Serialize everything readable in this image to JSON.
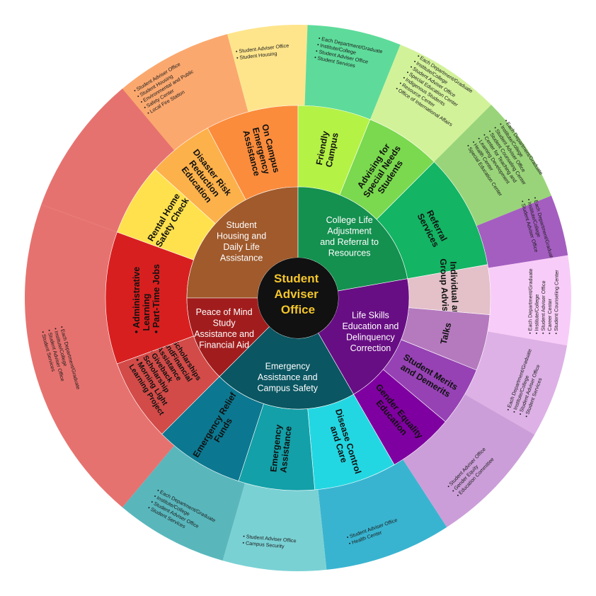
{
  "center": {
    "lines": [
      "Student",
      "Adviser",
      "Office"
    ],
    "colors": {
      "fill": "#111111",
      "text": "#F4C62B"
    }
  },
  "categories": [
    {
      "key": "housing",
      "label_lines": [
        "Student",
        "Housing and",
        "Daily Life",
        "Assistance"
      ],
      "color": "#A05A2C",
      "services": [
        {
          "key": "rental",
          "label_lines": [
            "Rental Home",
            "Safety Check"
          ],
          "color": "#FFE14D",
          "units": [],
          "units_color": "#FBA86F"
        },
        {
          "key": "disaster",
          "label_lines": [
            "Disaster Risk",
            "Reduction",
            "Education"
          ],
          "color": "#FDB14A",
          "units": [
            "Student Adviser Office",
            "Student Housing",
            "Environmental and Public",
            "Safety Center",
            "Local Fire Station"
          ],
          "units_color": "#FBA86F"
        },
        {
          "key": "oncampus",
          "label_lines": [
            "On Campus",
            "Emergency",
            "Assistance"
          ],
          "color": "#FB8C3C",
          "units": [
            "Student Adviser Office",
            "Student Housing"
          ],
          "units_color": "#FEE58C"
        }
      ]
    },
    {
      "key": "college",
      "label_lines": [
        "College Life",
        "Adjustment",
        "and Referral to",
        "Resources"
      ],
      "color": "#14904F",
      "services": [
        {
          "key": "friendly",
          "label_lines": [
            "Friendly",
            "Campus"
          ],
          "color": "#B4F246",
          "units": [
            "Each Department/Graduate",
            "Institute/College",
            "Student Adviser Office",
            "Student Services"
          ],
          "units_color": "#5EDB9A"
        },
        {
          "key": "specialneeds",
          "label_lines": [
            "Advising for",
            "Special Needs",
            "Students"
          ],
          "color": "#7AD94E",
          "units": [
            "Each Department/Graduate",
            "Institute/College",
            "Student Adviser Office",
            "Special Education Center",
            "Indigenous Students",
            "Resource Center",
            "Office of International Affairs"
          ],
          "units_color": "#D2F29A"
        },
        {
          "key": "referral",
          "label_lines": [
            "Referral",
            "Services"
          ],
          "color": "#13B463",
          "units": [
            "Each Department/Graduate",
            "Institute/College",
            "Student Adviser Office",
            "Student Counseling Center",
            "Center for Teaching and",
            "Learning Development",
            "Health Center",
            "Special Education Center"
          ],
          "units_color": "#9AD47A"
        }
      ]
    },
    {
      "key": "lifeskills",
      "label_lines": [
        "Life Skills",
        "Education and",
        "Delinquency",
        "Correction"
      ],
      "color": "#680E84",
      "services": [
        {
          "key": "individual",
          "label_lines": [
            "Individual and",
            "Group Advising"
          ],
          "color": "#E4C0C9",
          "units": [
            "Each Department/Graduate",
            "Institute/College",
            "Student Adviser Office"
          ],
          "units_color": "#A45EC0"
        },
        {
          "key": "talks",
          "label_lines": [
            "Talks"
          ],
          "color": "#B57ABE",
          "units": [
            "Each Department/Graduate",
            "Institute/College",
            "Student Adviser Office",
            "Career Center",
            "Student Counseling Center"
          ],
          "units_color": "#F8CCF8"
        },
        {
          "key": "merits",
          "label_lines": [
            "Student Merits",
            "and Demerits"
          ],
          "color": "#9642B4",
          "units": [
            "Each Department/Graduate",
            "Institute/College",
            "Student Adviser Office",
            "Student Services"
          ],
          "units_color": "#DDB1E6"
        },
        {
          "key": "gender",
          "label_lines": [
            "Gender Equality",
            "Education"
          ],
          "color": "#7F00A0",
          "units": [
            "Student Adviser Office",
            "Gender Equity",
            "Education Committee"
          ],
          "units_color": "#CC9ED9"
        }
      ]
    },
    {
      "key": "emergency",
      "label_lines": [
        "Emergency",
        "Assistance and",
        "Campus Safety"
      ],
      "color": "#0A5662",
      "services": [
        {
          "key": "disease",
          "label_lines": [
            "Disease Control",
            "and Care"
          ],
          "color": "#23D7E2",
          "units": [
            "Student Adviser Office",
            "Health Center"
          ],
          "units_color": "#39B4D0"
        },
        {
          "key": "emergencyassist",
          "label_lines": [
            "Emergency",
            "Assistance"
          ],
          "color": "#13A0A8",
          "units": [
            "Student Adviser Office",
            "Campus Security"
          ],
          "units_color": "#7AD1D4"
        },
        {
          "key": "relief",
          "label_lines": [
            "Emergency Relief",
            "Funds"
          ],
          "color": "#0C7790",
          "units": [
            "Each Department/Graduate",
            "Institute/College",
            "Student Adviser Office",
            "Student Services"
          ],
          "units_color": "#59B7BC"
        }
      ]
    },
    {
      "key": "peace",
      "label_lines": [
        "Peace of Mind",
        "Study",
        "Assistance and",
        "Financial Aid"
      ],
      "color": "#A11D1D",
      "services": [
        {
          "key": "scholarships",
          "label_lines": [
            "Scholarships",
            "andFinancial",
            "Assistance",
            "Giveback",
            "Scholarship",
            "Morning Light",
            "Learning Project"
          ],
          "bullet_lines": [
            0,
            3,
            5
          ],
          "color": "#D24B48",
          "units": [
            "Each Department/Graduate",
            "Institute/College",
            "Student Adviser Office",
            "Student Services"
          ],
          "units_color": "#E6726F"
        },
        {
          "key": "admin",
          "label_lines": [
            "Administrative",
            "Learning",
            "Part-Time Jobs"
          ],
          "bullet_lines": [
            0,
            2
          ],
          "color": "#D81F1F",
          "units": [],
          "units_color": "#E6726F"
        }
      ]
    }
  ]
}
